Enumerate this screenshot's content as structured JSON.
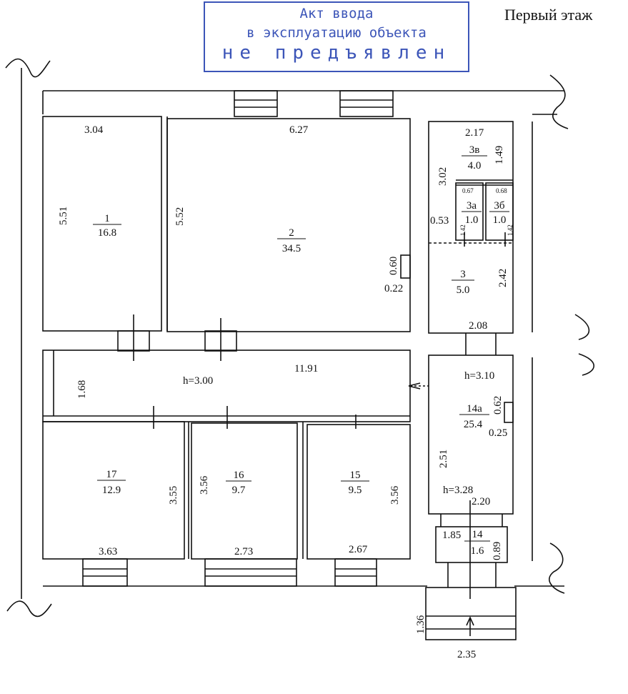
{
  "page_title": "Первый этаж",
  "stamp": {
    "line1": "Акт ввода",
    "line2": "в эксплуатацию объекта",
    "line3": "не предъявлен",
    "color": "#3c55b8"
  },
  "rooms": [
    {
      "num": "1",
      "area": "16.8"
    },
    {
      "num": "2",
      "area": "34.5"
    },
    {
      "num": "3",
      "area": "5.0"
    },
    {
      "num": "3а",
      "area": "1.0"
    },
    {
      "num": "3б",
      "area": "1.0"
    },
    {
      "num": "3в",
      "area": "4.0"
    },
    {
      "num": "14",
      "area": "1.6"
    },
    {
      "num": "14а",
      "area": "25.4"
    },
    {
      "num": "15",
      "area": "9.5"
    },
    {
      "num": "16",
      "area": "9.7"
    },
    {
      "num": "17",
      "area": "12.9"
    }
  ],
  "heights": {
    "corridor": "h=3.00",
    "hall_top": "h=3.10",
    "hall_bottom": "h=3.28"
  },
  "dims": {
    "r1_w": "3.04",
    "r1_h": "5.51",
    "r2_w": "6.27",
    "r2_h": "5.52",
    "r2_niche_h": "0.60",
    "r2_niche_w": "0.22",
    "r3_top": "2.17",
    "r3_left": "3.02",
    "r3v_h": "1.49",
    "r3a_w": "0.67",
    "r3b_w": "0.68",
    "r3_mid": "0.53",
    "r3a_h": "1.42",
    "r3b_h": "1.42",
    "r3_h": "2.42",
    "r3_bottom": "2.08",
    "corr_len": "11.91",
    "corr_w": "1.68",
    "r17_h": "3.55",
    "r17_w": "3.63",
    "r16_h": "3.56",
    "r16_w": "2.73",
    "r15_h": "3.56",
    "r15_w": "2.67",
    "r14a_niche_h": "0.62",
    "r14a_niche_w": "0.25",
    "r14a_h": "2.51",
    "r14a_w": "2.20",
    "r14_w": "1.85",
    "r14_h": "0.89",
    "porch_h": "1.36",
    "porch_w": "2.35"
  }
}
